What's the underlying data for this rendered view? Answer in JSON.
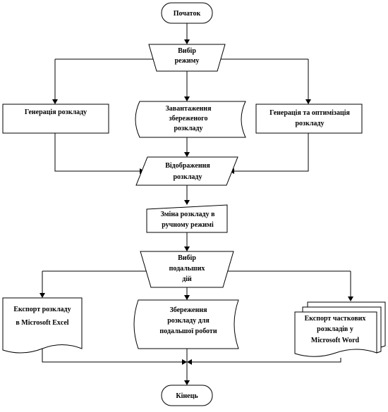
{
  "nodes": {
    "start": [
      "Початок"
    ],
    "mode_select": [
      "Вибір",
      "режиму"
    ],
    "generate": [
      "Генерація розкладу"
    ],
    "load_saved": [
      "Завантаження",
      "збереженого",
      "розкладу"
    ],
    "generate_optimize": [
      "Генерація та оптимізація",
      "розкладу"
    ],
    "display": [
      "Відображення",
      "розкладу"
    ],
    "manual_edit": [
      "Зміна розкладу в",
      "ручному режимі"
    ],
    "action_select": [
      "Вибір",
      "подальших",
      "дій"
    ],
    "export_excel": [
      "Експорт розкладу",
      "в Microsoft Excel"
    ],
    "save_for_later": [
      "Збереження",
      "розкладу для",
      "подальшої роботи"
    ],
    "export_word": [
      "Експорт часткових",
      "розкладів у",
      "Microsoft Word"
    ],
    "end": [
      "Кінець"
    ]
  }
}
